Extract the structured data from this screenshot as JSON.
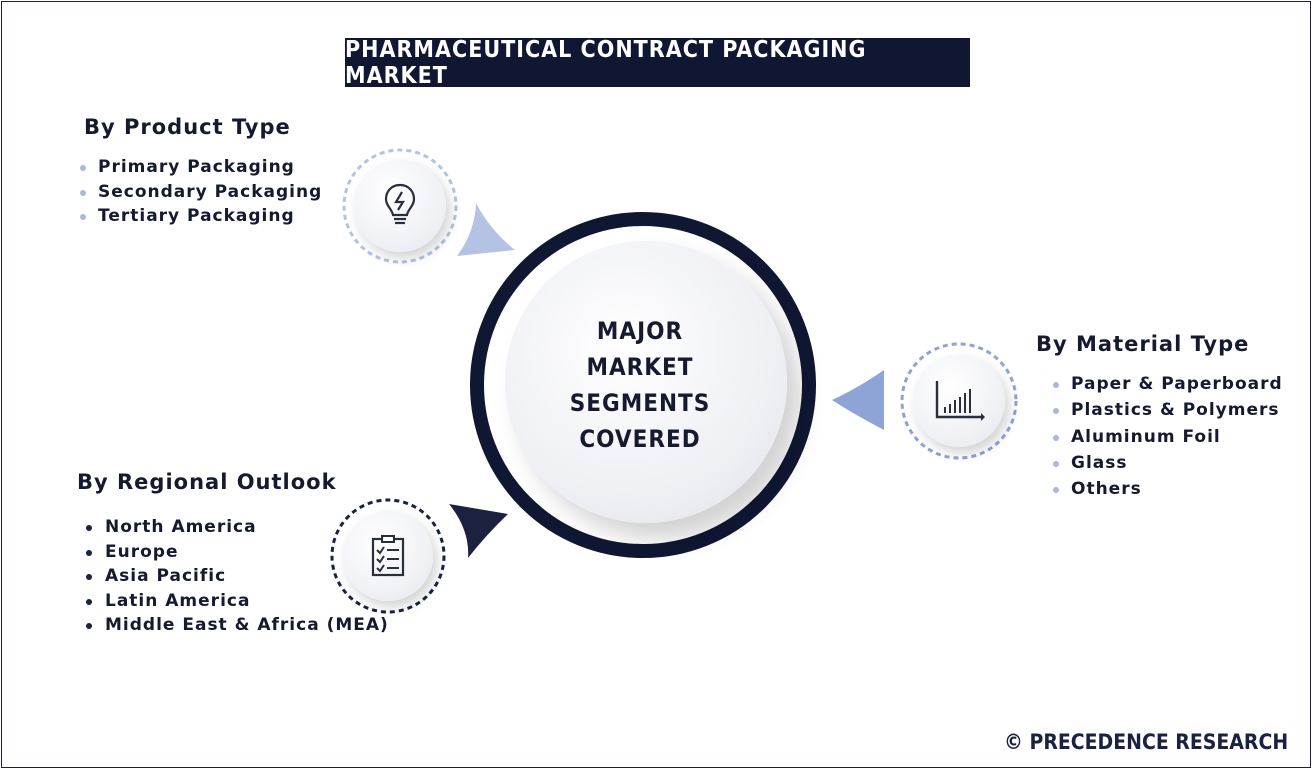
{
  "title": "PHARMACEUTICAL CONTRACT PACKAGING MARKET",
  "center": {
    "lines": [
      "MAJOR",
      "MARKET",
      "SEGMENTS",
      "COVERED"
    ]
  },
  "segments": {
    "product_type": {
      "heading": "By Product Type",
      "icon": "lightbulb-icon",
      "items": [
        "Primary Packaging",
        "Secondary Packaging",
        "Tertiary Packaging"
      ]
    },
    "material_type": {
      "heading": "By Material Type",
      "icon": "bar-chart-icon",
      "items": [
        "Paper & Paperboard",
        "Plastics & Polymers",
        "Aluminum Foil",
        "Glass",
        "Others"
      ]
    },
    "regional_outlook": {
      "heading": "By Regional Outlook",
      "icon": "checklist-icon",
      "items": [
        "North America",
        "Europe",
        "Asia Pacific",
        "Latin America",
        "Middle East & Africa (MEA)"
      ]
    }
  },
  "brand": "© PRECEDENCE RESEARCH",
  "colors": {
    "navy": "#0f1733",
    "light_blue": "#a8b8dd",
    "arrow_blue": "#8ea3d6"
  }
}
